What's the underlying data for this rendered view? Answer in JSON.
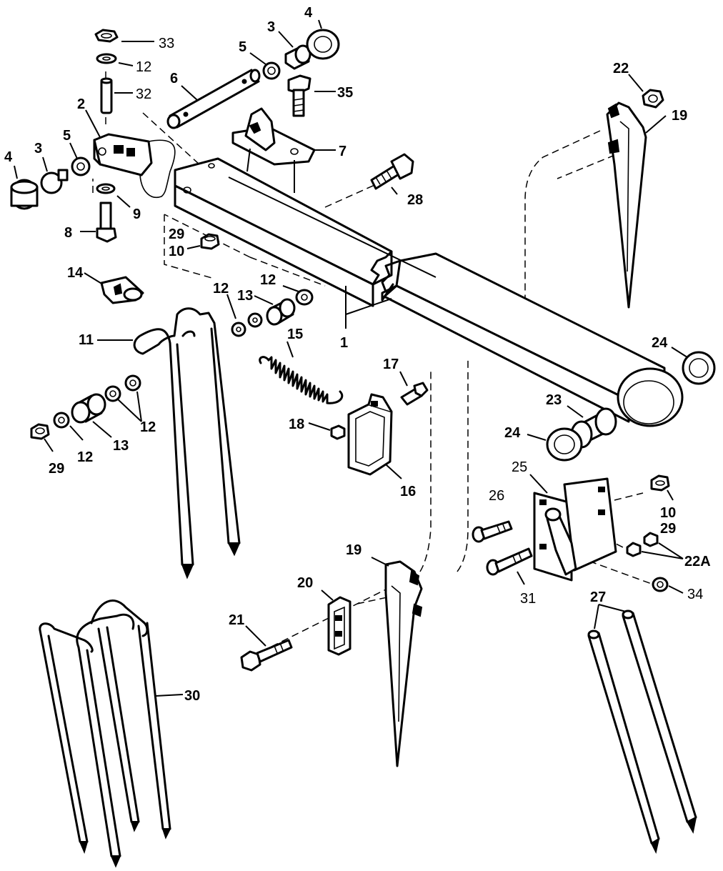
{
  "labels": {
    "l33": "33",
    "l12a": "12",
    "l32": "32",
    "l4a": "4",
    "l3a": "3",
    "l5a": "5",
    "l6": "6",
    "l35": "35",
    "l2": "2",
    "l7": "7",
    "l4b": "4",
    "l3b": "3",
    "l5b": "5",
    "l9": "9",
    "l28": "28",
    "l22": "22",
    "l19a": "19",
    "l8": "8",
    "l29a": "29",
    "l10a": "10",
    "l14": "14",
    "l12b": "12",
    "l12c": "12",
    "l13a": "13",
    "l1": "1",
    "l11": "11",
    "l15": "15",
    "l24a": "24",
    "l12d": "12",
    "l12e": "12",
    "l13b": "13",
    "l29b": "29",
    "l17": "17",
    "l18": "18",
    "l16": "16",
    "l23": "23",
    "l24b": "24",
    "l25": "25",
    "l10b": "10",
    "l29c": "29",
    "l26": "26",
    "l22A": "22A",
    "l31": "31",
    "l34": "34",
    "l19b": "19",
    "l20": "20",
    "l27": "27",
    "l21": "21",
    "l30": "30"
  }
}
